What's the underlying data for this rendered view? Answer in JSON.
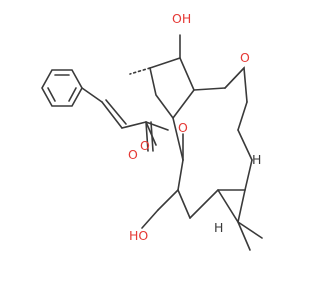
{
  "diagram": {
    "atom_labels": {
      "hydroxyl_top": {
        "text": "OH",
        "color": "#e53935"
      },
      "epoxide_o": {
        "text": "O",
        "color": "#e53935"
      },
      "ketone_o": {
        "text": "O",
        "color": "#e53935"
      },
      "ester_ring_o": {
        "text": "O",
        "color": "#e53935"
      },
      "ester_carbonyl_o": {
        "text": "O",
        "color": "#e53935"
      },
      "hydroxyl_bottom": {
        "text": "HO",
        "color": "#e53935"
      },
      "h_top_right": {
        "text": "H",
        "color": "#3a3a3a"
      },
      "h_bottom_right": {
        "text": "H",
        "color": "#3a3a3a"
      }
    }
  }
}
